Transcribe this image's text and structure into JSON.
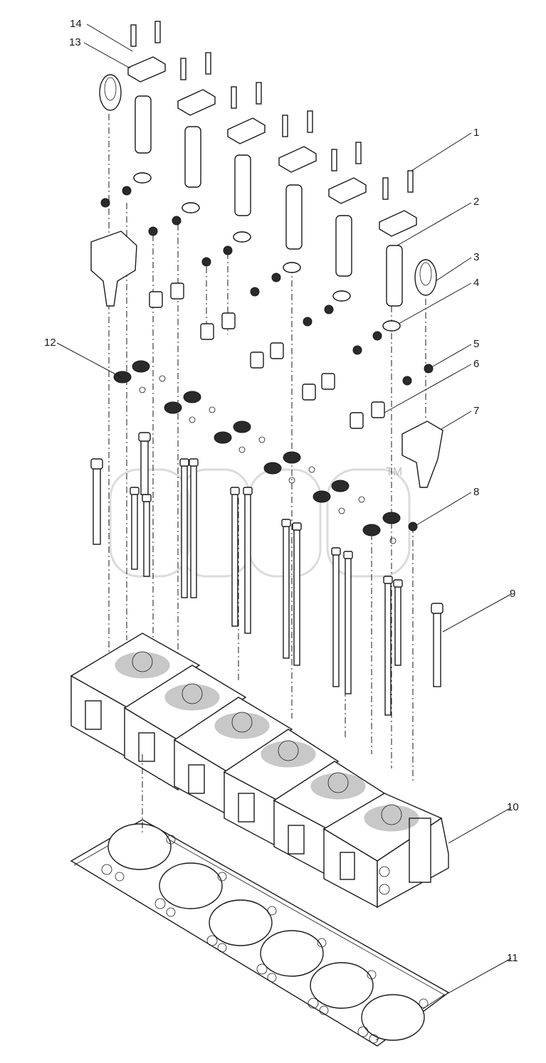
{
  "diagram": {
    "callouts": [
      {
        "id": "c1",
        "text": "1"
      },
      {
        "id": "c2",
        "text": "2"
      },
      {
        "id": "c3",
        "text": "3"
      },
      {
        "id": "c4",
        "text": "4"
      },
      {
        "id": "c5",
        "text": "5"
      },
      {
        "id": "c6",
        "text": "6"
      },
      {
        "id": "c7",
        "text": "7"
      },
      {
        "id": "c8",
        "text": "8"
      },
      {
        "id": "c9",
        "text": "9"
      },
      {
        "id": "c10",
        "text": "10"
      },
      {
        "id": "c11",
        "text": "11"
      },
      {
        "id": "c12",
        "text": "12"
      },
      {
        "id": "c13",
        "text": "13"
      },
      {
        "id": "c14",
        "text": "14"
      }
    ],
    "watermark_mark": "TM"
  }
}
